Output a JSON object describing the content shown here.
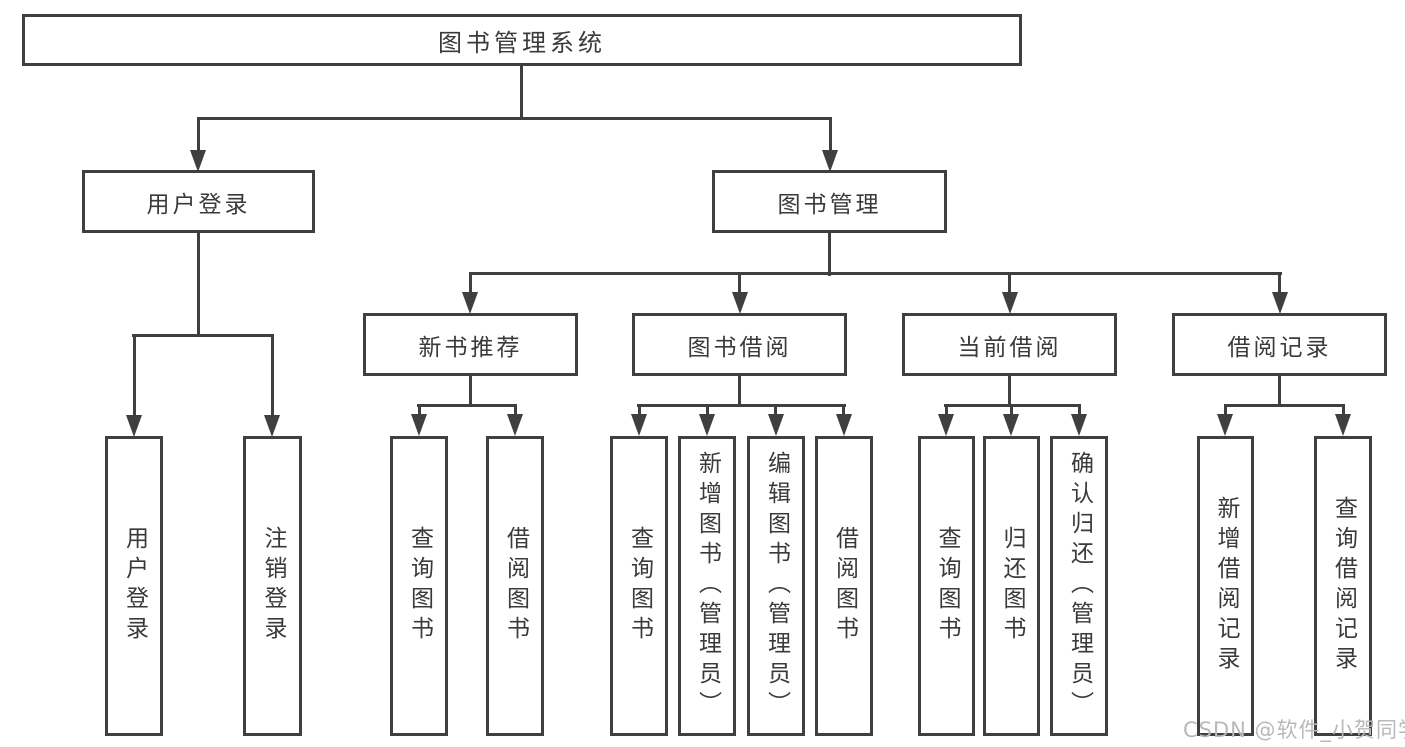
{
  "tree": {
    "root": {
      "label": "图书管理系统"
    },
    "branches": [
      {
        "label": "用户登录",
        "children": [
          {
            "label": "用户登录"
          },
          {
            "label": "注销登录"
          }
        ]
      },
      {
        "label": "图书管理",
        "children": [
          {
            "label": "新书推荐",
            "children": [
              {
                "label": "查询图书"
              },
              {
                "label": "借阅图书"
              }
            ]
          },
          {
            "label": "图书借阅",
            "children": [
              {
                "label": "查询图书"
              },
              {
                "label": "新增图书（管理员）"
              },
              {
                "label": "编辑图书（管理员）"
              },
              {
                "label": "借阅图书"
              }
            ]
          },
          {
            "label": "当前借阅",
            "children": [
              {
                "label": "查询图书"
              },
              {
                "label": "归还图书"
              },
              {
                "label": "确认归还（管理员）"
              }
            ]
          },
          {
            "label": "借阅记录",
            "children": [
              {
                "label": "新增借阅记录"
              },
              {
                "label": "查询借阅记录"
              }
            ]
          }
        ]
      }
    ]
  },
  "watermark": {
    "text": "CSDN @软件_小贺同学"
  },
  "colors": {
    "line": "#3f3f3f",
    "text": "#3a3a3a",
    "watermark": "#b9b9b9",
    "background": "#ffffff"
  }
}
